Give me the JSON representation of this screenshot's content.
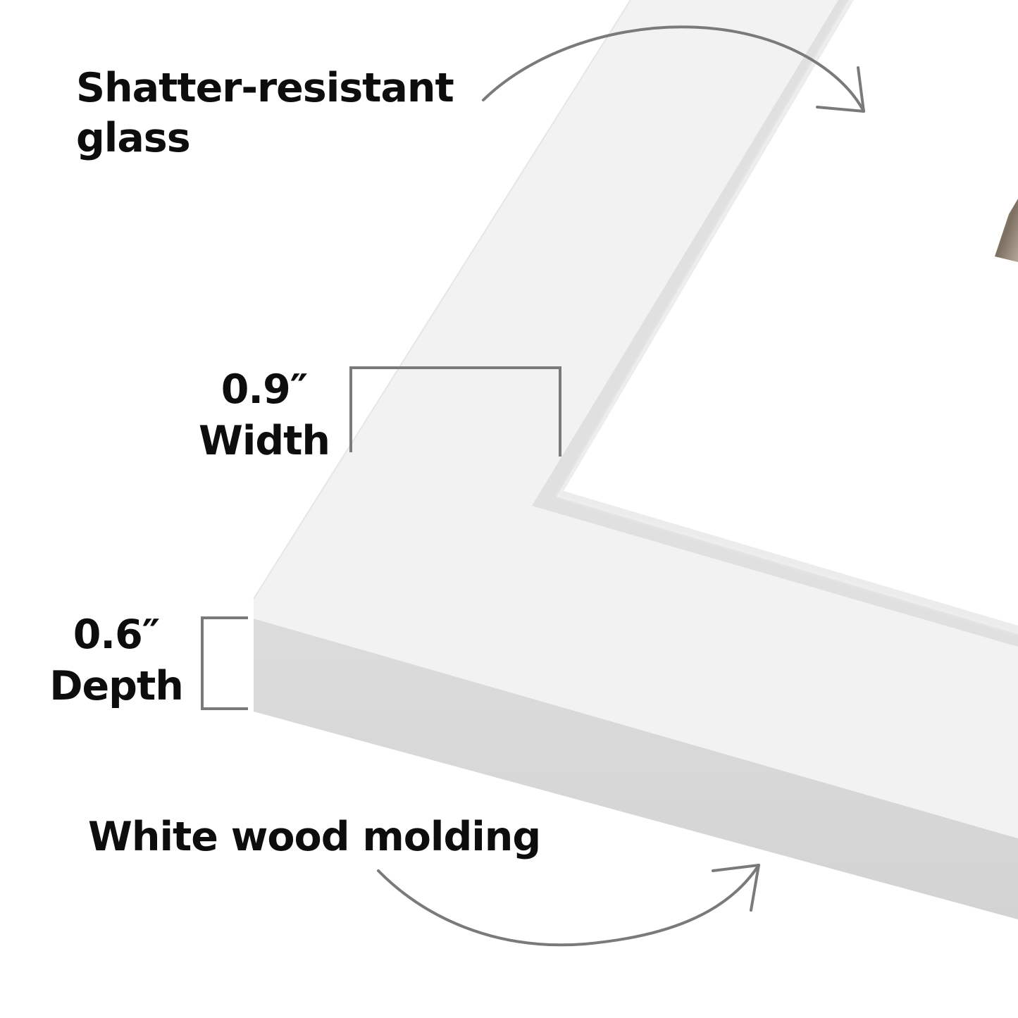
{
  "labels": {
    "glass_line1": "Shatter-resistant",
    "glass_line2": "glass",
    "width_value": "0.9″",
    "width_name": "Width",
    "depth_value": "0.6″",
    "depth_name": "Depth",
    "molding": "White wood molding"
  },
  "colors": {
    "background": "#ffffff",
    "frame_face": "#f2f2f2",
    "frame_side": "#d7d7d7",
    "frame_edge": "#e3e3e3",
    "glass_pane": "#ffffff",
    "photo_peek": "#8c7e6d",
    "annotation_stroke": "#7a7a7a",
    "text": "#0d0d0d"
  },
  "icons": {
    "top_arrow": "curved-arrow-right-down-icon",
    "bottom_arrow": "curved-arrow-right-up-icon"
  }
}
